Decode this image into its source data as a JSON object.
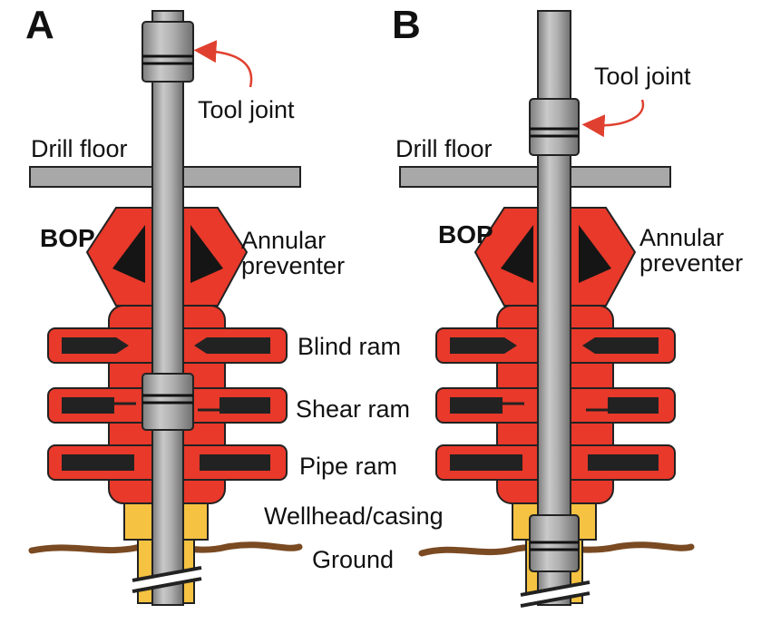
{
  "panels": [
    {
      "letter": "A",
      "labels": {
        "tool_joint": "Tool joint",
        "drill_floor": "Drill floor",
        "bop": "BOP",
        "annular_1": "Annular",
        "annular_2": "preventer",
        "blind_ram": "Blind ram",
        "shear_ram": "Shear ram",
        "pipe_ram": "Pipe ram",
        "wellhead": "Wellhead/casing",
        "ground": "Ground"
      }
    },
    {
      "letter": "B",
      "labels": {
        "tool_joint": "Tool joint",
        "drill_floor": "Drill floor",
        "bop": "BOP",
        "annular_1": "Annular",
        "annular_2": "preventer"
      }
    }
  ],
  "colors": {
    "bop_red": "#e8392a",
    "ram_black": "#222222",
    "pipe_gray": "#a3a3a3",
    "floor_gray": "#a8a8a8",
    "wellhead_yellow": "#f5c242",
    "ground_brown": "#7a4a22",
    "arrow_red": "#e0402f"
  }
}
